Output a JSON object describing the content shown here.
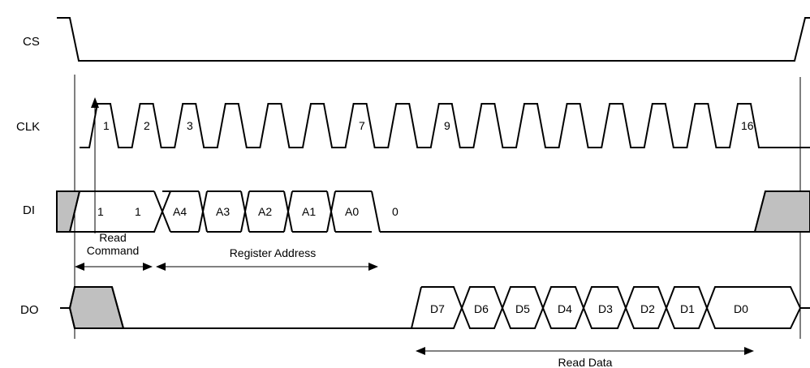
{
  "signals": {
    "cs": "CS",
    "clk": "CLK",
    "di": "DI",
    "do": "DO"
  },
  "clock_labels": [
    "1",
    "2",
    "3",
    "7",
    "9",
    "16"
  ],
  "di_labels": [
    "1",
    "1",
    "A4",
    "A3",
    "A2",
    "A1",
    "A0",
    "0"
  ],
  "do_labels": [
    "D7",
    "D6",
    "D5",
    "D4",
    "D3",
    "D2",
    "D1",
    "D0"
  ],
  "spans": {
    "read_command_line1": "Read",
    "read_command_line2": "Command",
    "register_address": "Register Address",
    "read_data": "Read Data"
  }
}
